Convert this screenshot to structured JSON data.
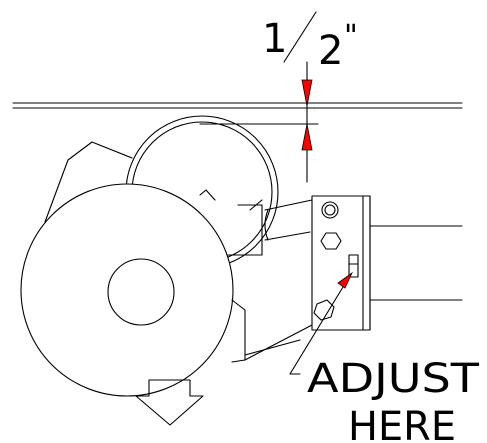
{
  "dimension": {
    "numerator": "1",
    "denominator": "2",
    "unit_mark": "\"",
    "arrow_color": "#ff0000"
  },
  "callout": {
    "line1": "ADJUST",
    "line2": "HERE",
    "arrow_color": "#ff0000"
  },
  "icons": {
    "flow_arrow": "down-arrow-icon"
  }
}
